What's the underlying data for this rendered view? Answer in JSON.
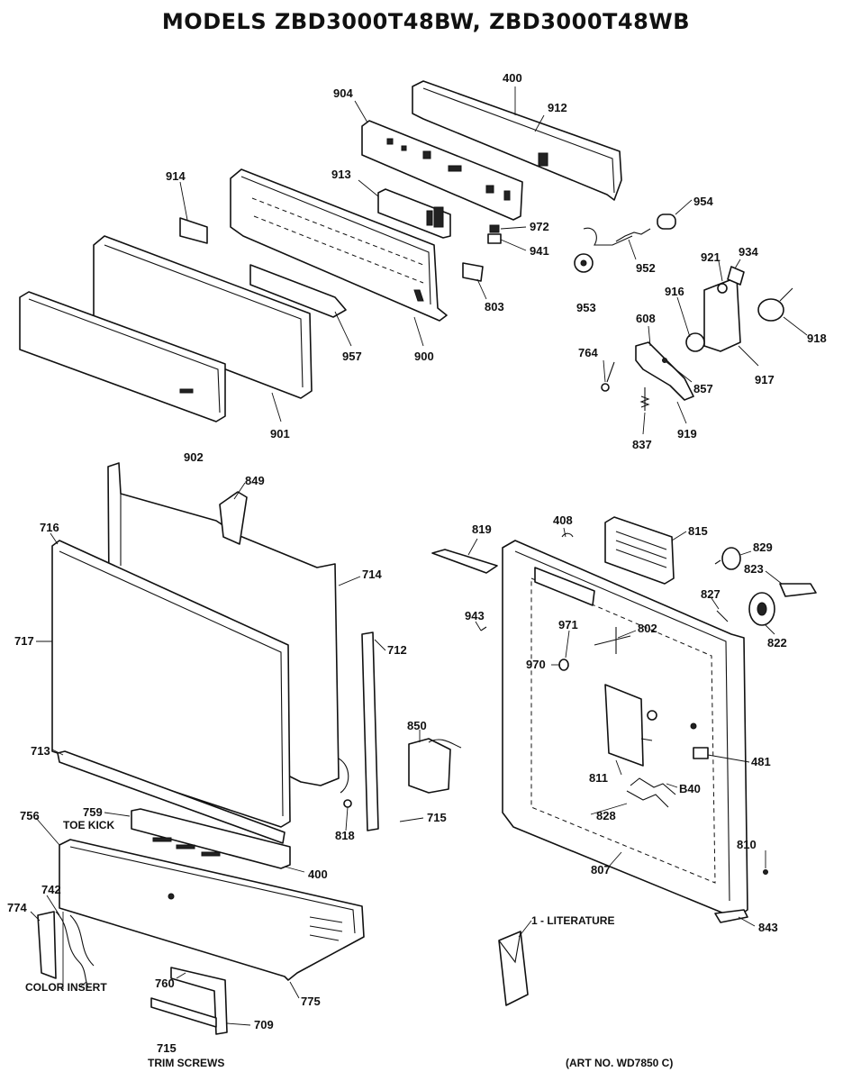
{
  "title": "MODELS ZBD3000T48BW, ZBD3000T48WB",
  "art_number": "(ART NO. WD7850 C)",
  "captions": {
    "toe_kick": "TOE KICK",
    "color_insert": "COLOR INSERT",
    "trim_screws": "TRIM SCREWS",
    "literature": "1 - LITERATURE"
  },
  "labels": {
    "p400a": "400",
    "p912": "912",
    "p904": "904",
    "p914": "914",
    "p913": "913",
    "p972": "972",
    "p941": "941",
    "p954": "954",
    "p921": "921",
    "p934": "934",
    "p952": "952",
    "p953": "953",
    "p803": "803",
    "p916": "916",
    "p918": "918",
    "p608": "608",
    "p764": "764",
    "p857": "857",
    "p917": "917",
    "p957": "957",
    "p900": "900",
    "p901": "901",
    "p837": "837",
    "p919": "919",
    "p902": "902",
    "p849": "849",
    "p716": "716",
    "p714": "714",
    "p717": "717",
    "p712": "712",
    "p819": "819",
    "p408": "408",
    "p815": "815",
    "p829": "829",
    "p823": "823",
    "p827": "827",
    "p943": "943",
    "p971": "971",
    "p802": "802",
    "p970": "970",
    "p822": "822",
    "p850": "850",
    "p713": "713",
    "p481": "481",
    "p811": "811",
    "p840": "B40",
    "p828": "828",
    "p759": "759",
    "p756": "756",
    "p818": "818",
    "p715a": "715",
    "p400b": "400",
    "p810": "810",
    "p807": "807",
    "p742": "742",
    "p774": "774",
    "p843": "843",
    "p760": "760",
    "p775": "775",
    "p709": "709",
    "p715b": "715"
  }
}
